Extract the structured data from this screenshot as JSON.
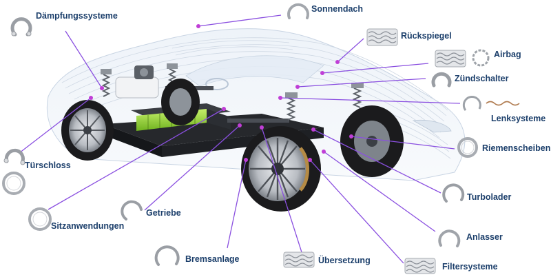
{
  "labels": {
    "daempfung": "Dämpfungssysteme",
    "sonnendach": "Sonnendach",
    "rueckspiegel": "Rückspiegel",
    "airbag": "Airbag",
    "zuendschalter": "Zündschalter",
    "lenksysteme": "Lenksysteme",
    "riemenscheiben": "Riemenscheiben",
    "turbolader": "Turbolader",
    "anlasser": "Anlasser",
    "filtersysteme": "Filtersysteme",
    "uebersetzung": "Übersetzung",
    "bremsanlage": "Bremsanlage",
    "getriebe": "Getriebe",
    "sitzanwendungen": "Sitzanwendungen",
    "tuerschloss": "Türschloss"
  },
  "colors": {
    "label_text": "#1c3f6b",
    "leader_line": "#8a4fe0",
    "leader_dot": "#c03ed6",
    "ring_fill": "#d9dbde",
    "ring_stroke": "#9a9ea4",
    "tire": "#1b1b1d",
    "rim": "#c9ccd0",
    "chassis": "#2a2c30",
    "battery": "#9bdc3a",
    "body_lines": "#cfd8e4"
  },
  "icons": {
    "daempfung": "retaining-ring-icon",
    "sonnendach": "retaining-ring-icon",
    "rueckspiegel": "wave-spring-icon",
    "airbag": "wave-spring-and-ring-icon",
    "zuendschalter": "retaining-ring-icon",
    "lenksysteme": "ring-and-spiral-icon",
    "riemenscheiben": "spiral-ring-icon",
    "turbolader": "retaining-ring-icon",
    "anlasser": "retaining-ring-icon",
    "filtersysteme": "wave-spring-icon",
    "uebersetzung": "wave-spring-icon",
    "bremsanlage": "retaining-ring-icon",
    "getriebe": "retaining-ring-icon",
    "sitzanwendungen": "spiral-ring-icon",
    "tuerschloss": "retaining-ring-icon"
  }
}
